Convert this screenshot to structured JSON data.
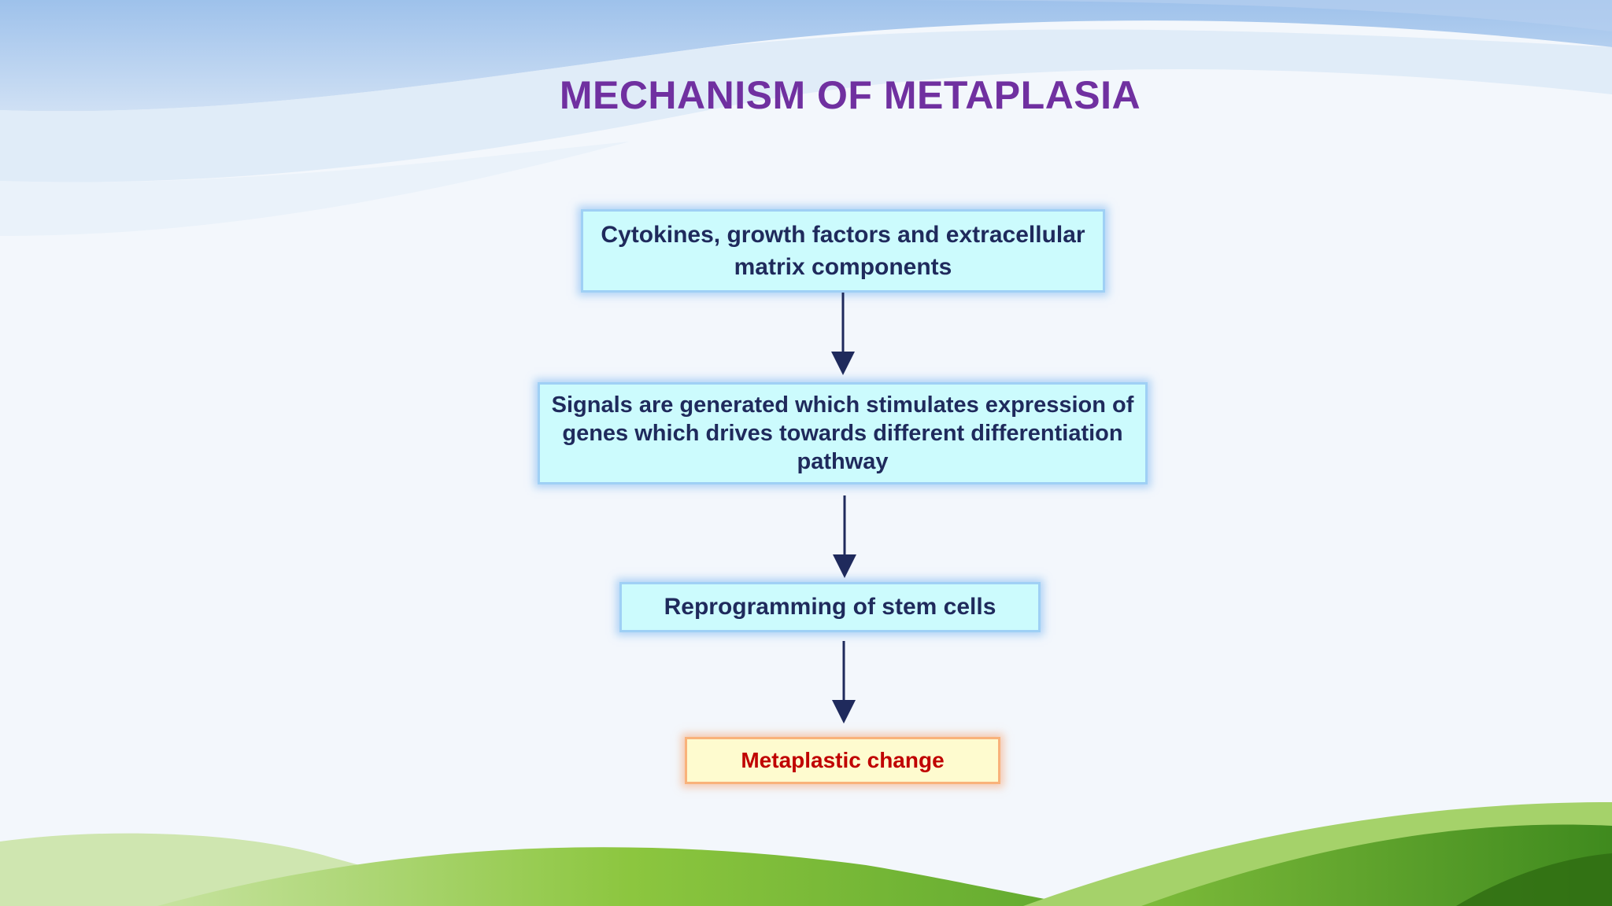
{
  "title": "MECHANISM OF METAPLASIA",
  "steps": [
    {
      "text": "Cytokines, growth factors and extracellular matrix components"
    },
    {
      "text": "Signals are generated which stimulates  expression of genes which drives towards different differentiation pathway"
    },
    {
      "text": "Reprogramming  of stem cells"
    },
    {
      "text": "Metaplastic change"
    }
  ],
  "colors": {
    "title": "#7030a0",
    "box_fill": "#ccfbfd",
    "box_text": "#1f2a5c",
    "final_fill": "#fefbcf",
    "final_text": "#c00000",
    "arrow": "#1f2a5c"
  }
}
